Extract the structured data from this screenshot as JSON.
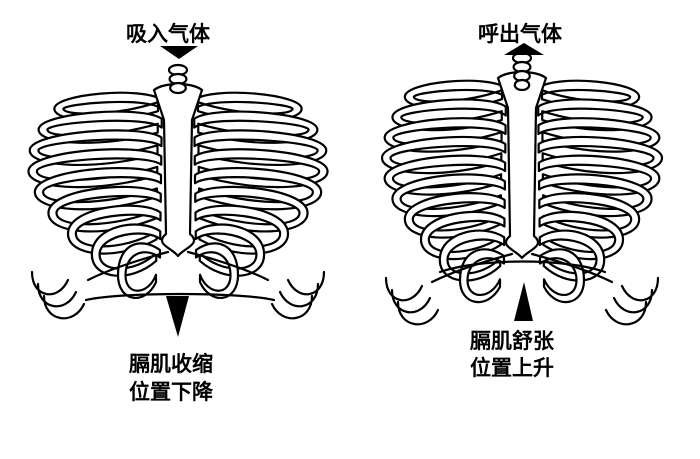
{
  "left_panel": {
    "top_label": "吸入气体",
    "bottom_label_line1": "膈肌收缩",
    "bottom_label_line2": "位置下降"
  },
  "right_panel": {
    "top_label": "呼出气体",
    "bottom_label_line1": "膈肌舒张",
    "bottom_label_line2": "位置上升"
  }
}
